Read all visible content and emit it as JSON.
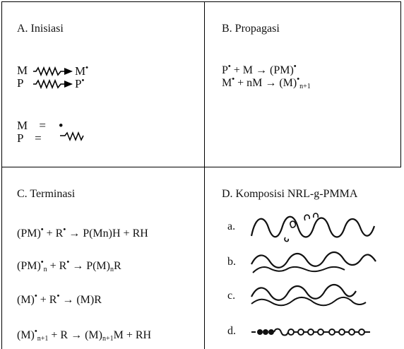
{
  "panels": {
    "a": {
      "title": "A.  Inisiasi"
    },
    "b": {
      "title": "B.  Propagasi"
    },
    "c": {
      "title": "C.  Terminasi"
    },
    "d": {
      "title": "D.  Komposisi NRL-g-PMMA"
    }
  },
  "inisiasi": {
    "row1_left": "M",
    "row1_right": "M",
    "row2_left": "P",
    "row2_right": "P",
    "legend1_left": "M",
    "legend1_eq": "=",
    "legend2_left": "P",
    "legend2_eq": "="
  },
  "propagasi": {
    "eq1_a": "P",
    "eq1_b": " + M → (PM)",
    "eq2_a": "M",
    "eq2_b": "  + nM → (M)",
    "eq2_sub": "n+1"
  },
  "terminasi": {
    "eq1_a": "(PM)",
    "eq1_b": " + R",
    "eq1_c": " → P(Mn)H  + RH",
    "eq2_a": "(PM)",
    "eq2_sub1": "n",
    "eq2_b": " + R",
    "eq2_c": " → P(M)",
    "eq2_sub2": "n",
    "eq2_d": "R",
    "eq3_a": "(M)",
    "eq3_b": " + R",
    "eq3_c": " → (M)R",
    "eq4_a": "(M)",
    "eq4_sub1": "n+1",
    "eq4_b": " + R → (M)",
    "eq4_sub2": "n+1",
    "eq4_c": "M + RH"
  },
  "komposisi": {
    "labels": [
      "a.",
      "b.",
      "c.",
      "d."
    ]
  }
}
